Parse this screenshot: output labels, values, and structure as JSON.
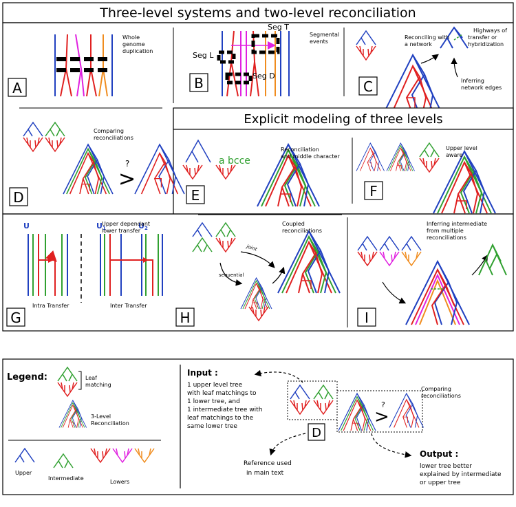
{
  "title": "Three-level systems and two-level reconciliation",
  "subtitle": "Explicit modeling of three levels",
  "panels": {
    "A": {
      "letter": "A",
      "caption": [
        "Whole",
        "genome",
        "duplication"
      ]
    },
    "B": {
      "letter": "B",
      "caption": [
        "Segmental",
        "events"
      ],
      "seg_t": "Seg T",
      "seg_l": "Seg L",
      "seg_d": "Seg D"
    },
    "C": {
      "letter": "C",
      "cap1": [
        "Reconciling with",
        "a network"
      ],
      "cap2": [
        "Highways of",
        "transfer or",
        "hybridization"
      ],
      "cap3": [
        "Inferring",
        "network edges"
      ]
    },
    "D": {
      "letter": "D",
      "caption": [
        "Comparing",
        "reconciliations"
      ],
      "question": "?"
    },
    "E": {
      "letter": "E",
      "caption": [
        "Reconciliation",
        "and middle character"
      ],
      "chars": "a bcce"
    },
    "F": {
      "letter": "F",
      "caption": [
        "Upper level",
        "aware"
      ]
    },
    "G": {
      "letter": "G",
      "caption": [
        "Upper dependant",
        "lower transfer"
      ],
      "u": "U",
      "u1": "U",
      "u1sub": "1",
      "u2": "U",
      "u2sub": "2",
      "intra": "Intra Transfer",
      "inter": "Inter Transfer"
    },
    "H": {
      "letter": "H",
      "caption": [
        "Coupled",
        "reconciliations"
      ],
      "joint": "joint",
      "sequential": "sequential"
    },
    "I": {
      "letter": "I",
      "caption": [
        "Inferring intermediate",
        "from multiple",
        "reconciliations"
      ]
    }
  },
  "legend": {
    "title": "Legend:",
    "leaf_matching": [
      "Leaf",
      "matching"
    ],
    "three_level": [
      "3-Level",
      "Reconciliation"
    ],
    "upper": "Upper",
    "intermediate": "Intermediate",
    "lowers": "Lowers",
    "input_title": "Input :",
    "input_text": [
      "1 upper level tree",
      "with leaf matchings to",
      "1 lower tree,  and",
      "1 intermediate tree with",
      "leaf matchings to the",
      "same lower tree"
    ],
    "comparing": [
      "Comparing",
      "reconciliations"
    ],
    "reference": [
      "Reference used",
      "in main  text"
    ],
    "output_title": "Output :",
    "output_text": [
      "lower tree better",
      "explained by intermediate",
      "or upper tree"
    ],
    "d_letter": "D",
    "question": "?"
  },
  "colors": {
    "upper": "#2040c0",
    "intermediate": "#30a030",
    "lower": "#e02020",
    "magenta": "#e020e0",
    "orange": "#f08c1e"
  }
}
